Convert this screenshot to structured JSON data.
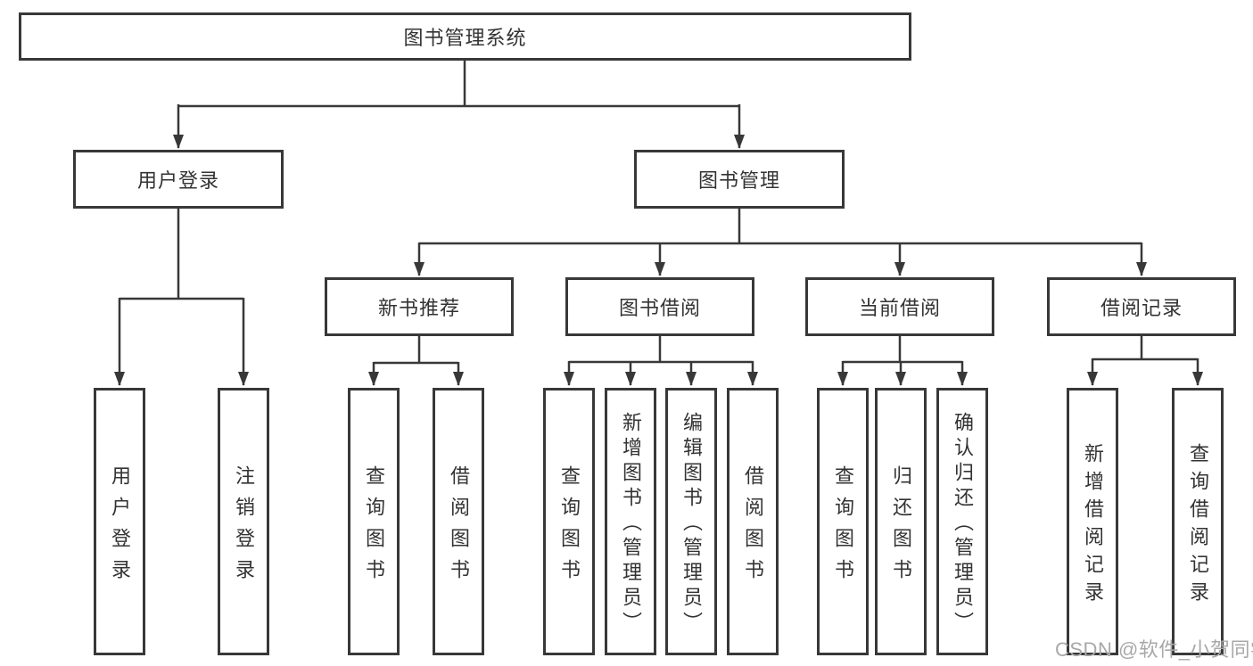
{
  "tree": {
    "root": {
      "label": "图书管理系统"
    },
    "branches": [
      {
        "label": "用户登录",
        "children": [
          {
            "label": "用户登录"
          },
          {
            "label": "注销登录"
          }
        ]
      },
      {
        "label": "图书管理",
        "children": [
          {
            "label": "新书推荐",
            "children": [
              {
                "label": "查询图书"
              },
              {
                "label": "借阅图书"
              }
            ]
          },
          {
            "label": "图书借阅",
            "children": [
              {
                "label": "查询图书"
              },
              {
                "label": "新增图书（管理员）"
              },
              {
                "label": "编辑图书（管理员）"
              },
              {
                "label": "借阅图书"
              }
            ]
          },
          {
            "label": "当前借阅",
            "children": [
              {
                "label": "查询图书"
              },
              {
                "label": "归还图书"
              },
              {
                "label": "确认归还（管理员）"
              }
            ]
          },
          {
            "label": "借阅记录",
            "children": [
              {
                "label": "新增借阅记录"
              },
              {
                "label": "查询借阅记录"
              }
            ]
          }
        ]
      }
    ]
  },
  "watermark": {
    "text": "CSDN @软件_小贺同学"
  },
  "colors": {
    "line": "#383838",
    "text": "#333333",
    "watermark": "#a8a8a8",
    "background": "#ffffff"
  }
}
